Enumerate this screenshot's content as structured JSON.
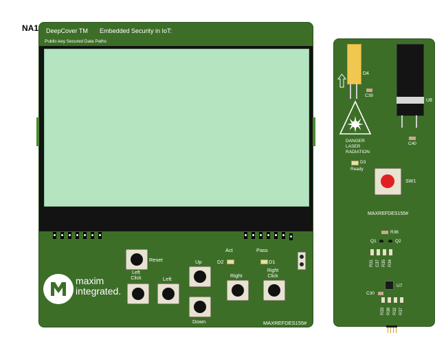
{
  "corner_label": "NA1",
  "main_board": {
    "header_left": "DeepCover TM",
    "header_right": "Embedded Security in IoT:",
    "subheader": "Public-key Secured Data Paths",
    "buttons": {
      "reset": "Reset",
      "left_click": "Left\nClick",
      "left": "Left",
      "up": "Up",
      "down": "Down",
      "right": "Right",
      "right_click": "Right\nClick"
    },
    "leds": {
      "act_label": "Act",
      "pass_label": "Pass",
      "d2": "D2",
      "d1": "D1"
    },
    "logo": {
      "line1": "maxim",
      "line2": "integrated."
    },
    "part_number": "MAXREFDES155#"
  },
  "sensor_board": {
    "d4": "D4",
    "c39": "C39",
    "u8": "U8",
    "c40": "C40",
    "warning_lines": [
      "DANGER",
      "LASER",
      "RADIATION"
    ],
    "d3": "D3",
    "ready": "Ready",
    "sw1": "SW1",
    "part_number": "MAXREFDES155#",
    "r36": "R36",
    "q1": "Q1",
    "q2": "Q2",
    "vertical_labels_top": [
      "R31",
      "C37",
      "R35",
      "R34"
    ],
    "u7": "U7",
    "c30": "C30",
    "vertical_labels_bottom": [
      "R33",
      "R38",
      "R32",
      "R37"
    ]
  },
  "colors": {
    "pcb": "#3d6e28",
    "lcd": "#b4e4c0",
    "laser": "#f0c850",
    "sw_cap": "#e02020"
  }
}
